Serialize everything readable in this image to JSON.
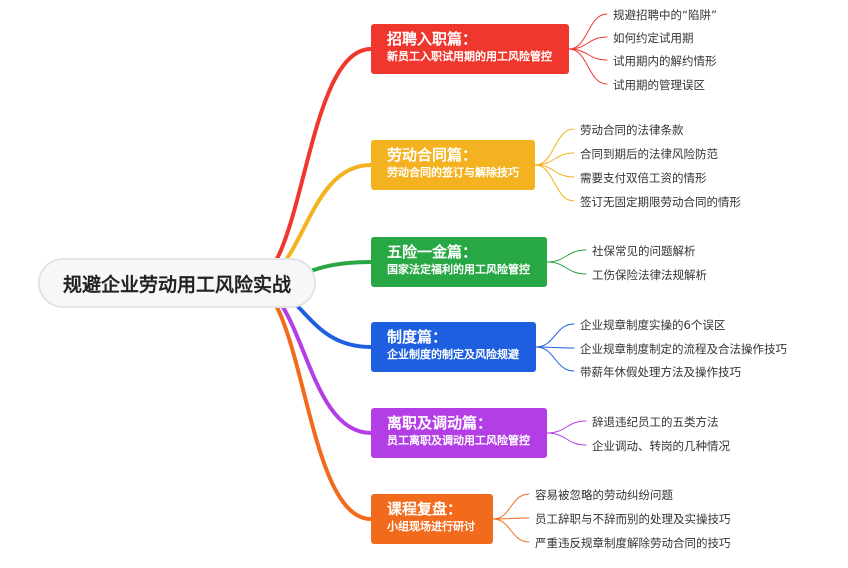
{
  "root": {
    "label": "规避企业劳动用工风险实战"
  },
  "branches": [
    {
      "title": "招聘入职篇：",
      "subtitle": "新员工入职试用期的用工风险管控",
      "color": "#f0372e",
      "items": [
        "规避招聘中的“陷阱”",
        "如何约定试用期",
        "试用期内的解约情形",
        "试用期的管理误区"
      ]
    },
    {
      "title": "劳动合同篇：",
      "subtitle": "劳动合同的签订与解除技巧",
      "color": "#f5b220",
      "items": [
        "劳动合同的法律条款",
        "合同到期后的法律风险防范",
        "需要支付双倍工资的情形",
        "签订无固定期限劳动合同的情形"
      ]
    },
    {
      "title": "五险一金篇：",
      "subtitle": "国家法定福利的用工风险管控",
      "color": "#28a745",
      "items": [
        "社保常见的问题解析",
        "工伤保险法律法规解析"
      ]
    },
    {
      "title": "制度篇：",
      "subtitle": "企业制度的制定及风险规避",
      "color": "#1e5fe0",
      "items": [
        "企业规章制度实操的6个误区",
        "企业规章制度制定的流程及合法操作技巧",
        "带薪年休假处理方法及操作技巧"
      ]
    },
    {
      "title": "离职及调动篇：",
      "subtitle": "员工离职及调动用工风险管控",
      "color": "#b43ee6",
      "items": [
        "辞退违纪员工的五类方法",
        "企业调动、转岗的几种情况"
      ]
    },
    {
      "title": "课程复盘：",
      "subtitle": "小组现场进行研讨",
      "color": "#f26b1d",
      "items": [
        "容易被忽略的劳动纠纷问题",
        "员工辞职与不辞而别的处理及实操技巧",
        "严重违反规章制度解除劳动合同的技巧"
      ]
    }
  ]
}
